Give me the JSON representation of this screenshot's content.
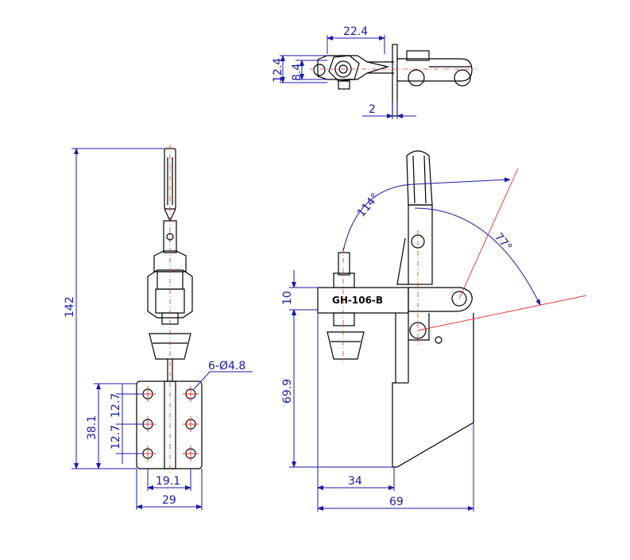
{
  "model_label": "GH-106-B",
  "top_view": {
    "width_dim": "22.4",
    "height_outer": "12.4",
    "height_inner": "8.4",
    "thickness": "2"
  },
  "front_view": {
    "total_height": "142",
    "hole_spec": "6-Ø4.8",
    "hole_pitch_1": "12.7",
    "hole_pitch_2": "12.7",
    "plate_span": "38.1",
    "hole_spacing_x": "19.1",
    "plate_width": "29"
  },
  "side_view": {
    "angle_open": "114°",
    "angle_close": "77°",
    "spindle_height": "10",
    "base_height": "69.9",
    "spindle_reach": "34",
    "total_length": "69"
  }
}
